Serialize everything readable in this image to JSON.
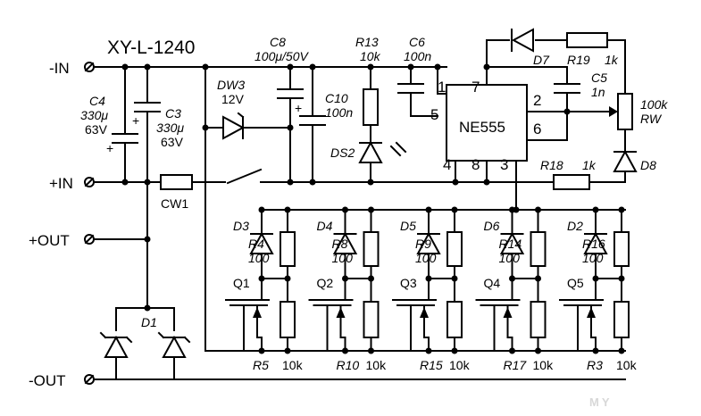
{
  "title": "XY-L-1240",
  "terminals": {
    "neg_in": "-IN",
    "pos_in": "+IN",
    "pos_out": "+OUT",
    "neg_out": "-OUT"
  },
  "ic": {
    "name": "NE555",
    "pins": [
      "1",
      "7",
      "2",
      "5",
      "6",
      "4",
      "8",
      "3"
    ]
  },
  "parts": {
    "C4": [
      "C4",
      "330μ",
      "63V"
    ],
    "C3": [
      "C3",
      "330μ",
      "63V"
    ],
    "C8": [
      "C8",
      "100μ/50V"
    ],
    "C10": [
      "C10",
      "100n"
    ],
    "C6": [
      "C6",
      "100n"
    ],
    "C5": [
      "C5",
      "1n"
    ],
    "DW3": [
      "DW3",
      "12V"
    ],
    "R13": [
      "R13",
      "10k"
    ],
    "DS2": [
      "DS2"
    ],
    "D7": [
      "D7"
    ],
    "R19": [
      "R19",
      "1k"
    ],
    "RW": [
      "100k",
      "RW"
    ],
    "D8": [
      "D8"
    ],
    "R18": [
      "R18",
      "1k"
    ],
    "CW1": [
      "CW1"
    ],
    "D1": [
      "D1"
    ]
  },
  "stages": [
    {
      "diode": "D3",
      "resistor": "R4",
      "res_value": "100",
      "transistor": "Q1",
      "gate_resistor": "R5",
      "gate_value": "10k"
    },
    {
      "diode": "D4",
      "resistor": "R8",
      "res_value": "100",
      "transistor": "Q2",
      "gate_resistor": "R10",
      "gate_value": "10k"
    },
    {
      "diode": "D5",
      "resistor": "R9",
      "res_value": "100",
      "transistor": "Q3",
      "gate_resistor": "R15",
      "gate_value": "10k"
    },
    {
      "diode": "D6",
      "resistor": "R14",
      "res_value": "100",
      "transistor": "Q4",
      "gate_resistor": "R17",
      "gate_value": "10k"
    },
    {
      "diode": "D2",
      "resistor": "R16",
      "res_value": "100",
      "transistor": "Q5",
      "gate_resistor": "R3",
      "gate_value": "10k"
    }
  ],
  "watermark": "MY"
}
